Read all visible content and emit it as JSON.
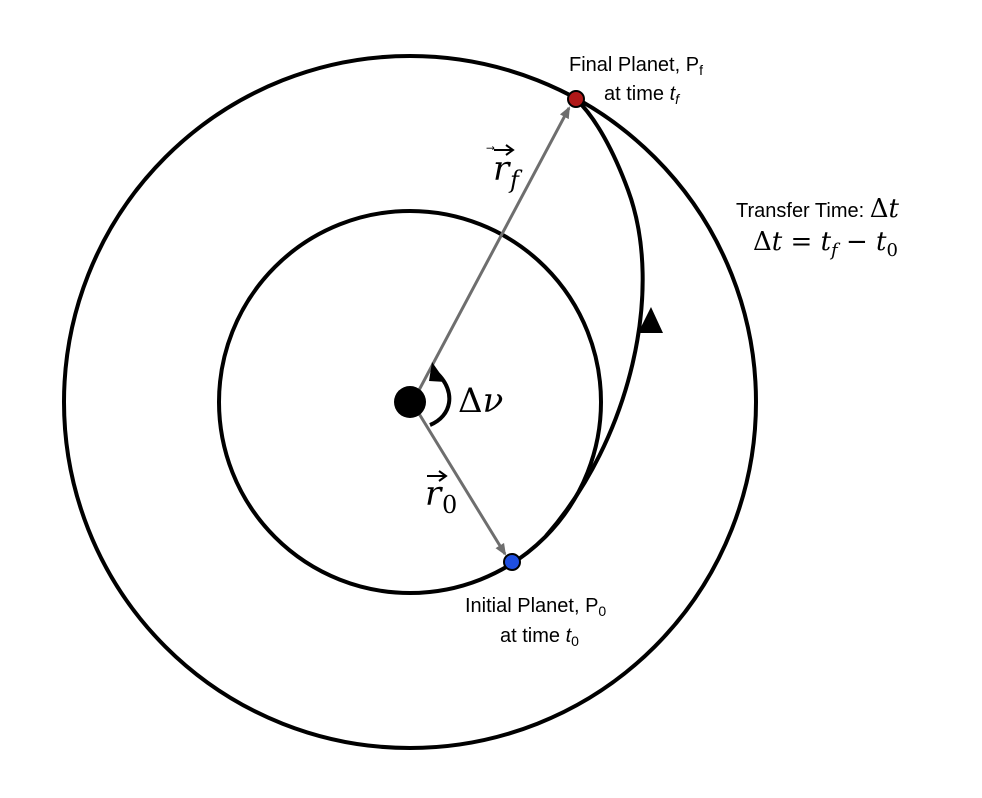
{
  "colors": {
    "orbit": "#000000",
    "vector": "#6e6e6e",
    "final_planet": "#b01818",
    "initial_planet": "#1f4fe0",
    "sun": "#000000"
  },
  "final_planet": {
    "name_text": "Final Planet, P",
    "name_subscript": "f",
    "time_text": "at time ",
    "time_symbol": "t",
    "time_subscript": "f"
  },
  "initial_planet": {
    "name_text": "Initial Planet, P",
    "name_subscript": "0",
    "time_text": "at time ",
    "time_symbol": "t",
    "time_subscript": "0"
  },
  "vectors": {
    "rf": {
      "symbol": "r",
      "subscript": "f",
      "arrow": "⃗"
    },
    "r0": {
      "symbol": "r",
      "subscript": "0",
      "arrow": "⃗"
    }
  },
  "angle": {
    "delta": "Δ",
    "symbol": "ν"
  },
  "transfer_time": {
    "label": "Transfer Time: ",
    "delta": "Δ",
    "symbol": "t",
    "eq_lhs_delta": "Δ",
    "eq_lhs_symbol": "t",
    "eq_sign": " = ",
    "eq_t1": "t",
    "eq_t1_sub": "f",
    "eq_minus": " − ",
    "eq_t2": "t",
    "eq_t2_sub": "0"
  }
}
